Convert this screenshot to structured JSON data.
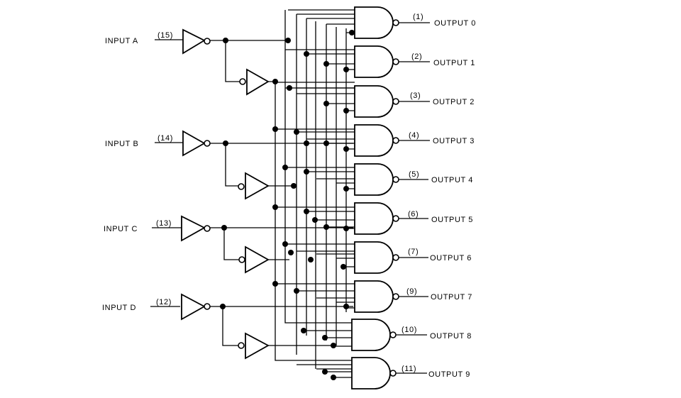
{
  "diagram": {
    "inputs": [
      {
        "label": "INPUT A",
        "pin": "(15)"
      },
      {
        "label": "INPUT B",
        "pin": "(14)"
      },
      {
        "label": "INPUT C",
        "pin": "(13)"
      },
      {
        "label": "INPUT D",
        "pin": "(12)"
      }
    ],
    "outputs": [
      {
        "label": "OUTPUT 0",
        "pin": "(1)"
      },
      {
        "label": "OUTPUT 1",
        "pin": "(2)"
      },
      {
        "label": "OUTPUT 2",
        "pin": "(3)"
      },
      {
        "label": "OUTPUT 3",
        "pin": "(4)"
      },
      {
        "label": "OUTPUT 4",
        "pin": "(5)"
      },
      {
        "label": "OUTPUT 5",
        "pin": "(6)"
      },
      {
        "label": "OUTPUT 6",
        "pin": "(7)"
      },
      {
        "label": "OUTPUT 7",
        "pin": "(9)"
      },
      {
        "label": "OUTPUT 8",
        "pin": "(10)"
      },
      {
        "label": "OUTPUT 9",
        "pin": "(11)"
      }
    ]
  }
}
